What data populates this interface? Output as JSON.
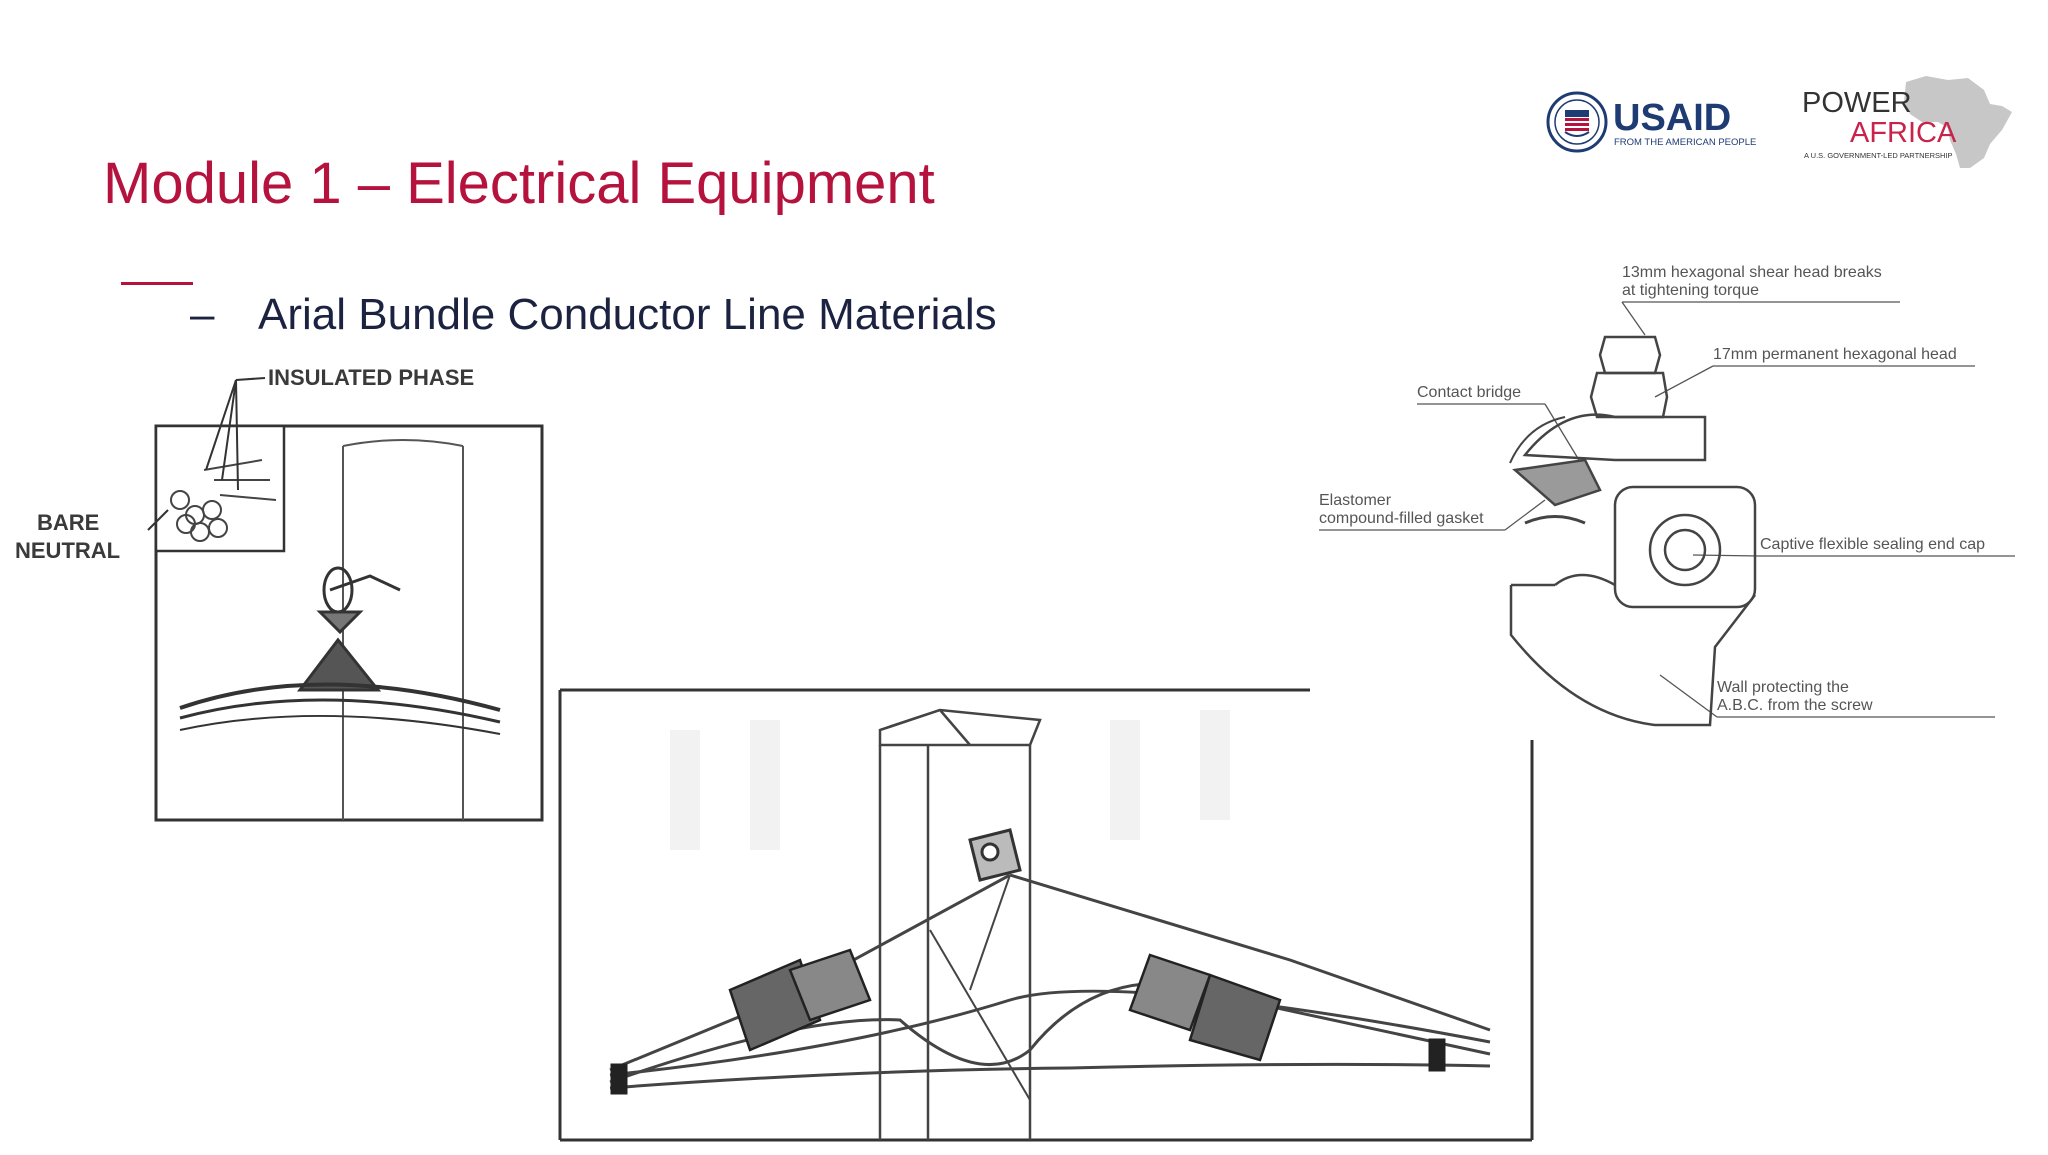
{
  "slide": {
    "title": "Module 1 – Electrical Equipment",
    "bullet_dash": "–",
    "bullet_text": "Arial Bundle Conductor Line Materials"
  },
  "logos": {
    "usaid_name": "USAID",
    "usaid_tagline": "FROM THE AMERICAN PEOPLE",
    "power_line1": "POWER",
    "power_line2": "AFRICA",
    "power_tagline": "A U.S. GOVERNMENT-LED PARTNERSHIP"
  },
  "figure_suspension": {
    "label_insulated_phase": "INSULATED PHASE",
    "label_bare": "BARE",
    "label_neutral": "NEUTRAL"
  },
  "figure_connector": {
    "label_shear_head_1": "13mm hexagonal shear head breaks",
    "label_shear_head_2": "at tightening torque",
    "label_permanent_head": "17mm permanent hexagonal head",
    "label_contact_bridge": "Contact bridge",
    "label_gasket_1": "Elastomer",
    "label_gasket_2": "compound-filled gasket",
    "label_end_cap": "Captive flexible sealing end cap",
    "label_wall_1": "Wall protecting the",
    "label_wall_2": "A.B.C. from the screw"
  },
  "colors": {
    "title": "#b5123e",
    "body_text": "#1b2340",
    "usaid_blue": "#1f3b73",
    "usaid_red": "#b5123e",
    "power_africa_red": "#c8234a"
  }
}
